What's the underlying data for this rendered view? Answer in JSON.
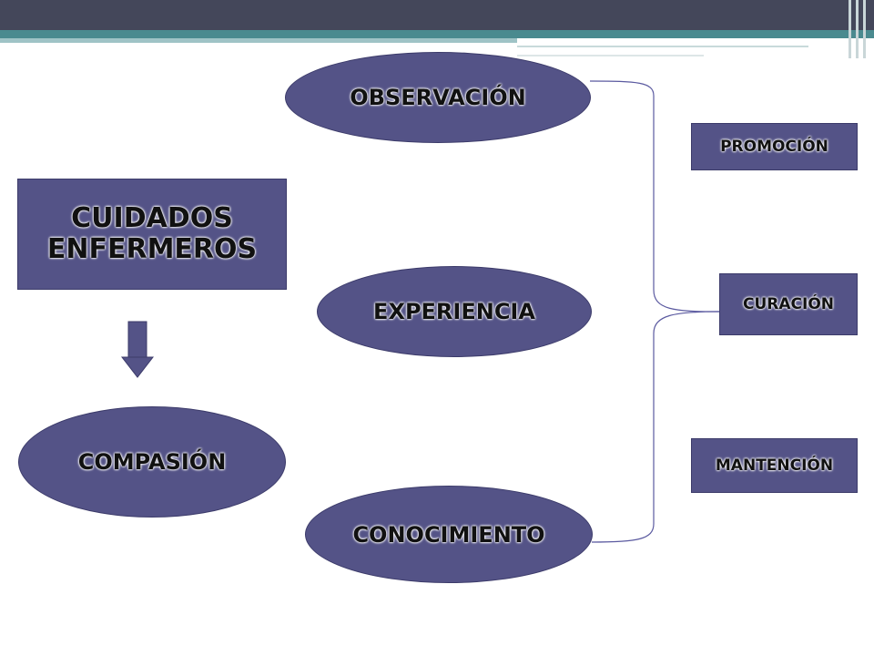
{
  "diagram": {
    "main_box": "CUIDADOS ENFERMEROS",
    "compassion": "COMPASIÓN",
    "observation": "OBSERVACIÓN",
    "experience": "EXPERIENCIA",
    "knowledge": "CONOCIMIENTO",
    "promotion": "PROMOCIÓN",
    "cure": "CURACIÓN",
    "maintenance": "MANTENCIÓN"
  },
  "colors": {
    "shape_fill": "#545387",
    "shape_border": "#3c3b6a",
    "arrow": "#545387",
    "header_dark": "#44475a",
    "header_teal": "#4a8a8f"
  }
}
